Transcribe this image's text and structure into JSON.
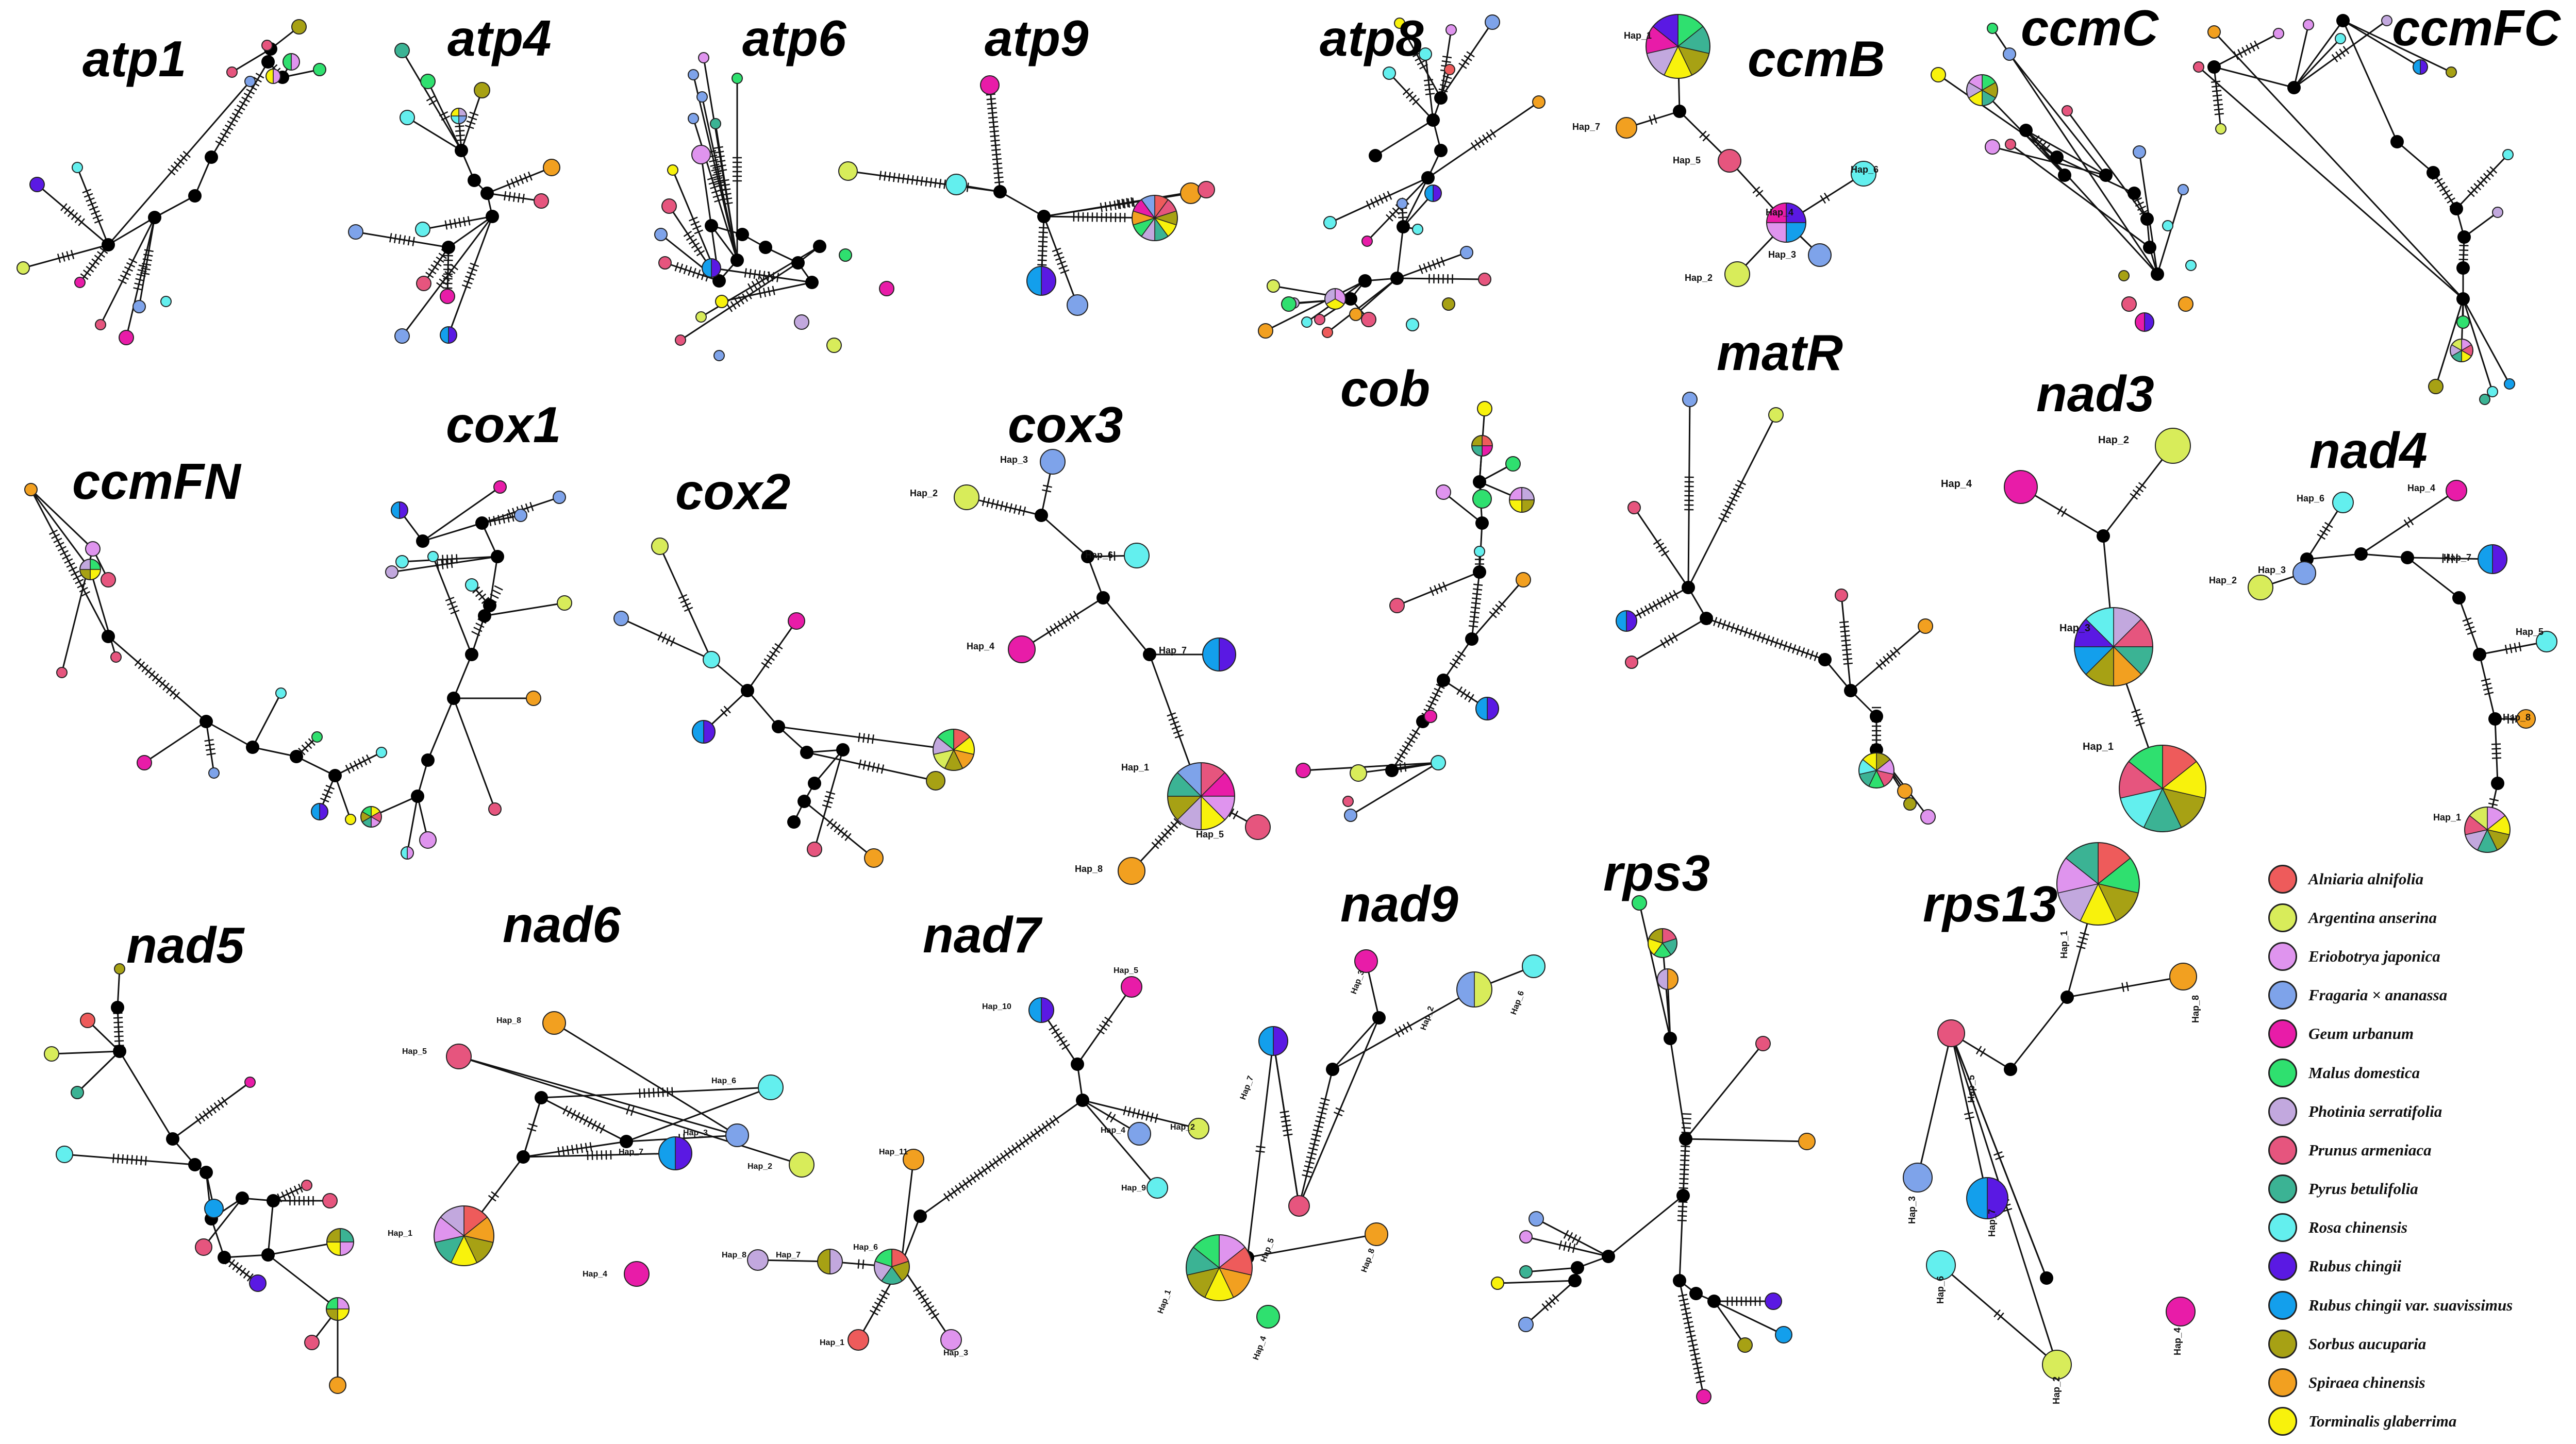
{
  "colors": {
    "Alniaria alnifolia": "#ee5b5b",
    "Argentina anserina": "#d8ec5a",
    "Eriobotrya japonica": "#df94ee",
    "Fragaria × ananassa": "#7ea3ea",
    "Geum urbanum": "#e81ca8",
    "Malus domestica": "#2fe06f",
    "Photinia serratifolia": "#c2a8de",
    "Prunus armeniaca": "#e6557e",
    "Pyrus betulifolia": "#3bb394",
    "Rosa chinensis": "#63efee",
    "Rubus chingii": "#5a19e3",
    "Rubus chingii var. suavissimus": "#139fec",
    "Sorbus aucuparia": "#a7a114",
    "Spiraea chinensis": "#f2a020",
    "Torminalis glaberrima": "#f8f20c",
    "median_vector": "#000000"
  },
  "legend": {
    "items": [
      {
        "label": "Alniaria alnifolia",
        "color": "#ee5b5b"
      },
      {
        "label": "Argentina anserina",
        "color": "#d8ec5a"
      },
      {
        "label": "Eriobotrya japonica",
        "color": "#df94ee"
      },
      {
        "label": "Fragaria × ananassa",
        "color": "#7ea3ea"
      },
      {
        "label": "Geum urbanum",
        "color": "#e81ca8"
      },
      {
        "label": "Malus domestica",
        "color": "#2fe06f"
      },
      {
        "label": "Photinia serratifolia",
        "color": "#c2a8de"
      },
      {
        "label": "Prunus armeniaca",
        "color": "#e6557e"
      },
      {
        "label": "Pyrus betulifolia",
        "color": "#3bb394"
      },
      {
        "label": "Rosa chinensis",
        "color": "#63efee"
      },
      {
        "label": "Rubus chingii",
        "color": "#5a19e3"
      },
      {
        "label": "Rubus chingii var. suavissimus",
        "color": "#139fec"
      },
      {
        "label": "Sorbus aucuparia",
        "color": "#a7a114"
      },
      {
        "label": "Spiraea chinensis",
        "color": "#f2a020"
      },
      {
        "label": "Torminalis glaberrima",
        "color": "#f8f20c"
      }
    ]
  },
  "networks": {
    "atp1": {
      "title": "atp1"
    },
    "atp4": {
      "title": "atp4"
    },
    "atp6": {
      "title": "atp6"
    },
    "atp9": {
      "title": "atp9"
    },
    "atp8": {
      "title": "atp8"
    },
    "ccmB": {
      "title": "ccmB",
      "hap_labels": [
        "Hap_1",
        "Hap_7",
        "Hap_5",
        "Hap_6",
        "Hap_4",
        "Hap_3",
        "Hap_2"
      ]
    },
    "ccmC": {
      "title": "ccmC"
    },
    "ccmFC": {
      "title": "ccmFC"
    },
    "ccmFN": {
      "title": "ccmFN"
    },
    "cox1": {
      "title": "cox1"
    },
    "cox2": {
      "title": "cox2"
    },
    "cox3": {
      "title": "cox3",
      "hap_labels": [
        "Hap_3",
        "Hap_2",
        "Hap_6",
        "Hap_4",
        "Hap_7",
        "Hap_1",
        "Hap_5",
        "Hap_8"
      ]
    },
    "cob": {
      "title": "cob"
    },
    "matR": {
      "title": "matR"
    },
    "nad3": {
      "title": "nad3",
      "hap_labels": [
        "Hap_2",
        "Hap_4",
        "Hap_3",
        "Hap_1"
      ]
    },
    "nad4": {
      "title": "nad4",
      "hap_labels": [
        "Hap_6",
        "Hap_4",
        "Hap_3",
        "Hap_2",
        "Hap_7",
        "Hap_5",
        "Hap_8",
        "Hap_1"
      ]
    },
    "nad5": {
      "title": "nad5"
    },
    "nad6": {
      "title": "nad6",
      "hap_labels": [
        "Hap_8",
        "Hap_5",
        "Hap_6",
        "Hap_3",
        "Hap_7",
        "Hap_2",
        "Hap_1",
        "Hap_4"
      ]
    },
    "nad7": {
      "title": "nad7",
      "hap_labels": [
        "Hap_10",
        "Hap_5",
        "Hap_11",
        "Hap_4",
        "Hap_2",
        "Hap_9",
        "Hap_8",
        "Hap_7",
        "Hap_6",
        "Hap_1",
        "Hap_3"
      ]
    },
    "nad9": {
      "title": "nad9",
      "hap_labels": [
        "Hap_3",
        "Hap_2",
        "Hap_6",
        "Hap_7",
        "Hap_5",
        "Hap_8",
        "Hap_1",
        "Hap_4"
      ]
    },
    "rps3": {
      "title": "rps3"
    },
    "rps13": {
      "title": "rps13",
      "hap_labels": [
        "Hap_1",
        "Hap_8",
        "Hap_5",
        "Hap_3",
        "Hap_7",
        "Hap_6",
        "Hap_2",
        "Hap_4"
      ]
    }
  }
}
